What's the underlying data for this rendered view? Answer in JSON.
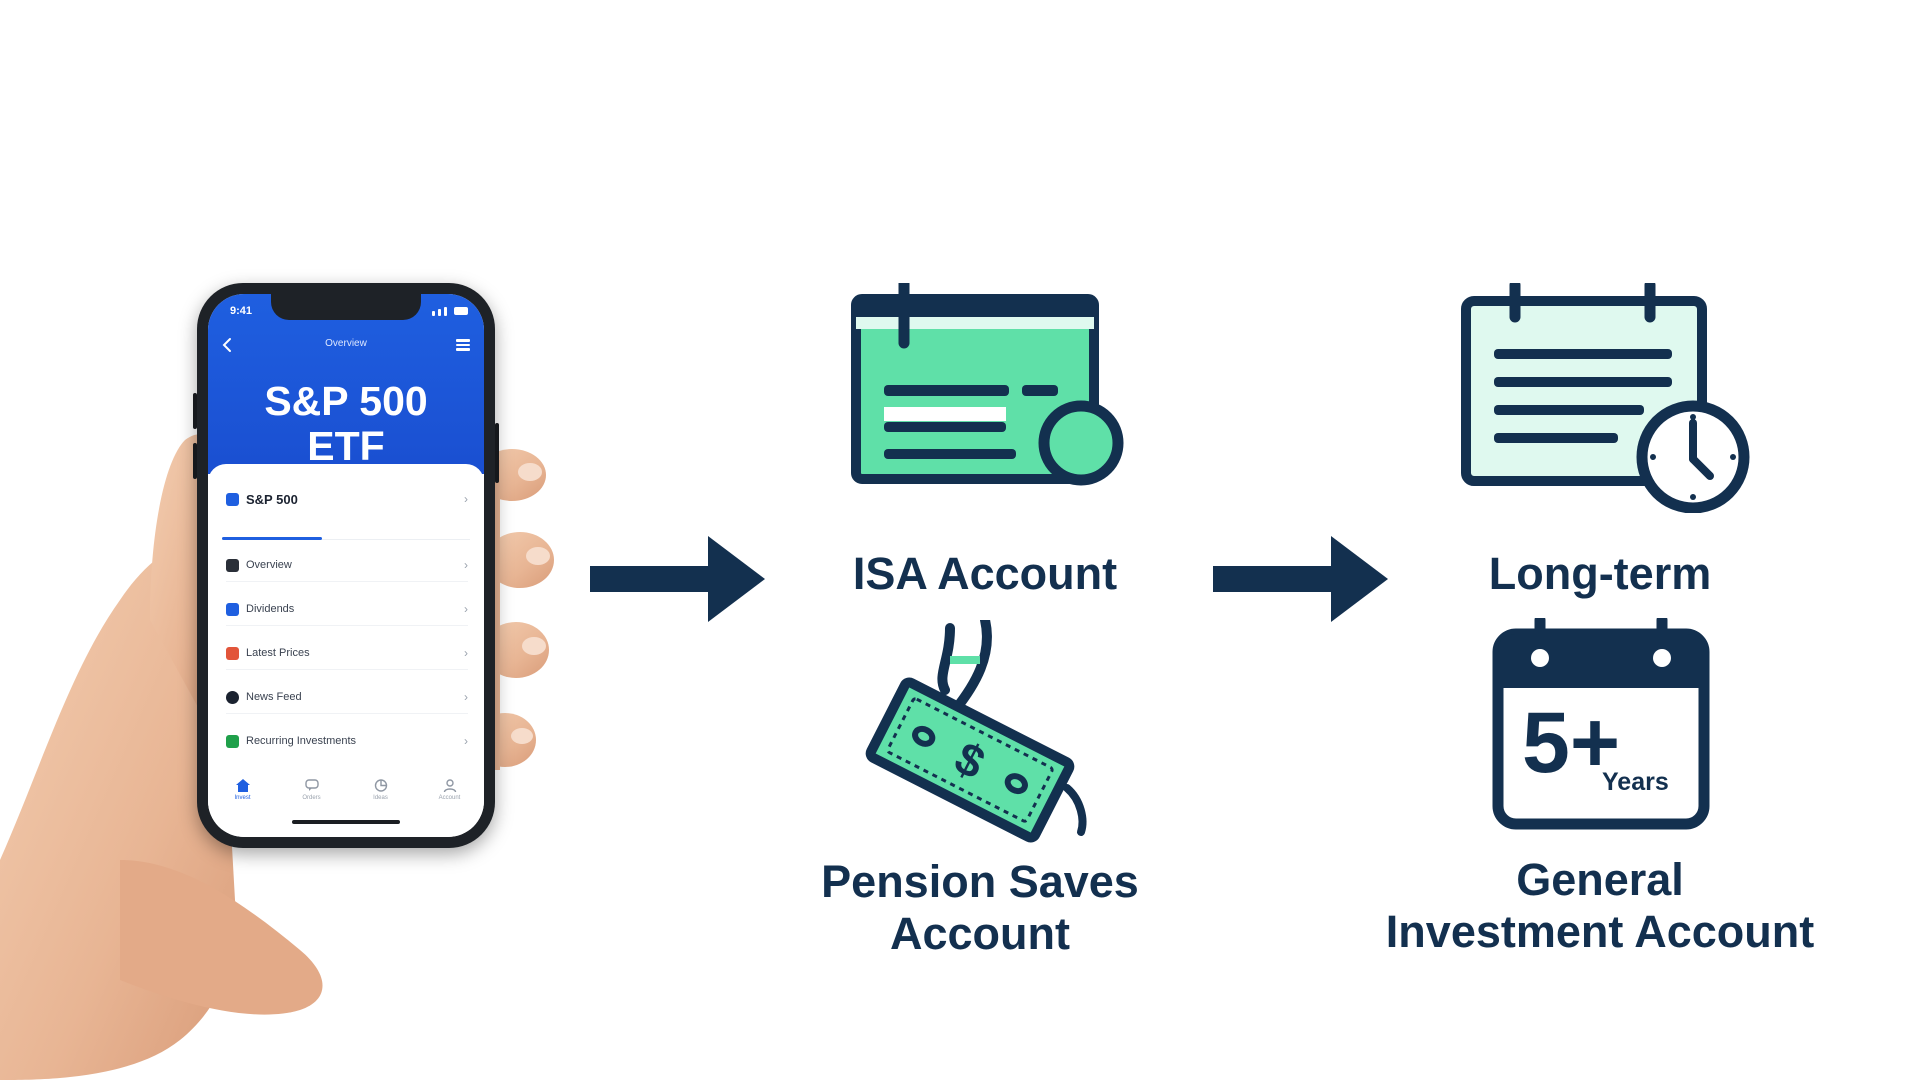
{
  "phone": {
    "status_time": "9:41",
    "header_title": "Overview",
    "etf_title_line1": "S&P 500",
    "etf_title_line2": "ETF",
    "selected_item": "S&P 500",
    "menu_items": [
      {
        "label": "Overview",
        "icon_color": "#2a2f38"
      },
      {
        "label": "Dividends",
        "icon_color": "#1f5fe0"
      },
      {
        "label": "Latest Prices",
        "icon_color": "#e2553a"
      },
      {
        "label": "News Feed",
        "icon_color": "#1b2230"
      },
      {
        "label": "Recurring Investments",
        "icon_color": "#1fa04a"
      }
    ],
    "nav_items": [
      "Invest",
      "Orders",
      "Ideas",
      "Account"
    ]
  },
  "nodes": {
    "isa": "ISA Account",
    "pension_line1": "Pension Saves",
    "pension_line2": "Account",
    "long_term": "Long-term",
    "calendar_number": "5+",
    "calendar_unit": "Years",
    "gia_line1": "General",
    "gia_line2": "Investment Account"
  },
  "colors": {
    "navy": "#13304f",
    "mint": "#5fe0a8",
    "mint_light": "#dff9ef",
    "phone_blue": "#1f5fe0"
  }
}
